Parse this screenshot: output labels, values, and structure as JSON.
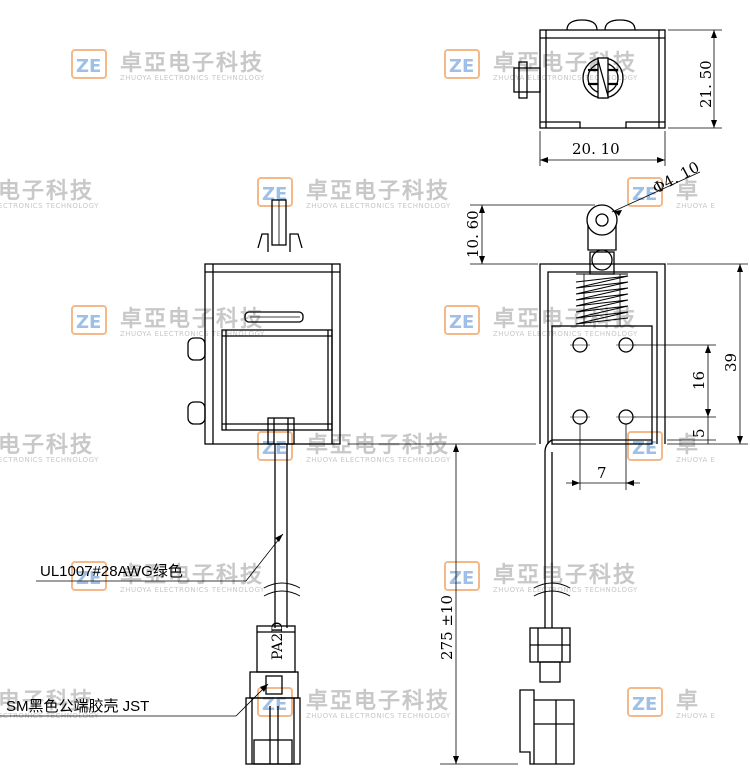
{
  "watermark": {
    "company_cn": "卓亞电子科技",
    "company_en": "ZHUOYA ELECTRONICS TECHNOLOGY",
    "company_cn_partial": "电子科技",
    "company_en_partial": "ECTRONICS TECHNOLOGY",
    "company_cn_edge": "卓",
    "company_en_edge": "ZHUOYA E",
    "logo_letters": "ZE"
  },
  "dimensions": {
    "top_width": "20. 10",
    "top_height": "21. 50",
    "hole_diameter": "Φ4. 10",
    "ring_height": "10. 60",
    "body_height": "39",
    "hole_spacing": "16",
    "hole_bottom_offset": "5",
    "hole_horizontal": "7",
    "wire_length": "275 ±10"
  },
  "labels": {
    "wire_spec": "UL1007#28AWG绿色",
    "connector_spec": "SM黑色公端胶壳 JST",
    "sleeve_marking": "PA2D"
  },
  "colors": {
    "line": "#000000",
    "watermark_text": "#c8c8c8",
    "logo_orange": "#f3b98a",
    "logo_blue": "#9fc0e6"
  }
}
